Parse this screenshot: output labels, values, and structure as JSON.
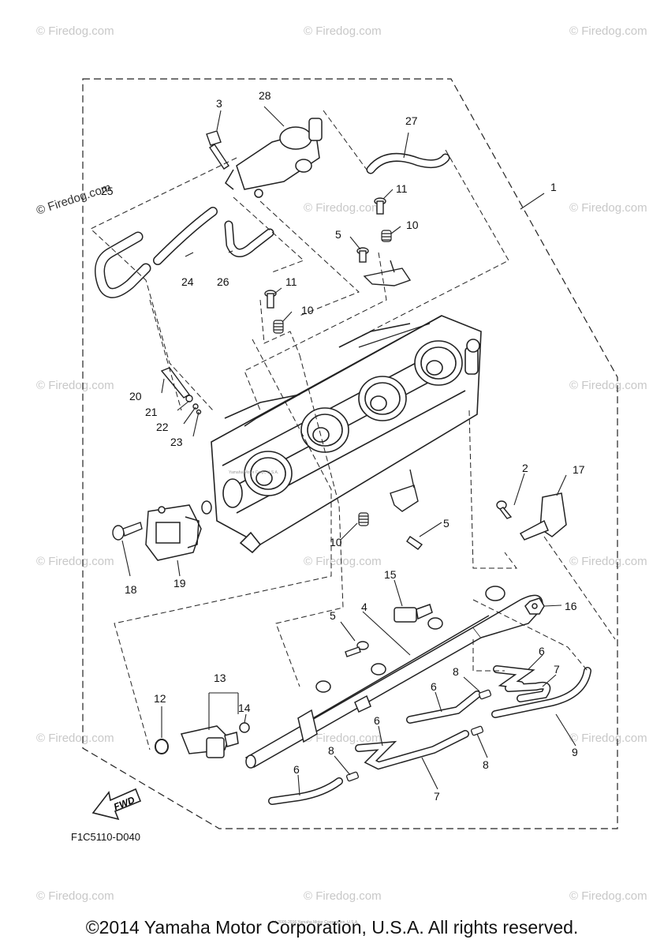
{
  "diagram": {
    "reference_code": "F1C5110-D040",
    "fwd_label": "FWD",
    "stamp_text": "Yamaha Motor Corp., U.S.A.",
    "tiny_footer": "(c) 2005-2016 Yamaha Motor Corporation, U.S.A.",
    "watermark": "© Firedog.com",
    "copyright": "©2014 Yamaha Motor Corporation, U.S.A. All rights reserved.",
    "callouts": {
      "c1": "1",
      "c2": "2",
      "c3": "3",
      "c4": "4",
      "c5a": "5",
      "c5b": "5",
      "c5c": "5",
      "c6a": "6",
      "c6b": "6",
      "c6c": "6",
      "c6d": "6",
      "c7a": "7",
      "c7b": "7",
      "c8a": "8",
      "c8b": "8",
      "c8c": "8",
      "c9": "9",
      "c10a": "10",
      "c10b": "10",
      "c10c": "10",
      "c11a": "11",
      "c11b": "11",
      "c12": "12",
      "c13": "13",
      "c14": "14",
      "c15": "15",
      "c16": "16",
      "c17": "17",
      "c18": "18",
      "c19": "19",
      "c20": "20",
      "c21": "21",
      "c22": "22",
      "c23": "23",
      "c24": "24",
      "c25": "25",
      "c26": "26",
      "c27": "27",
      "c28": "28"
    }
  }
}
